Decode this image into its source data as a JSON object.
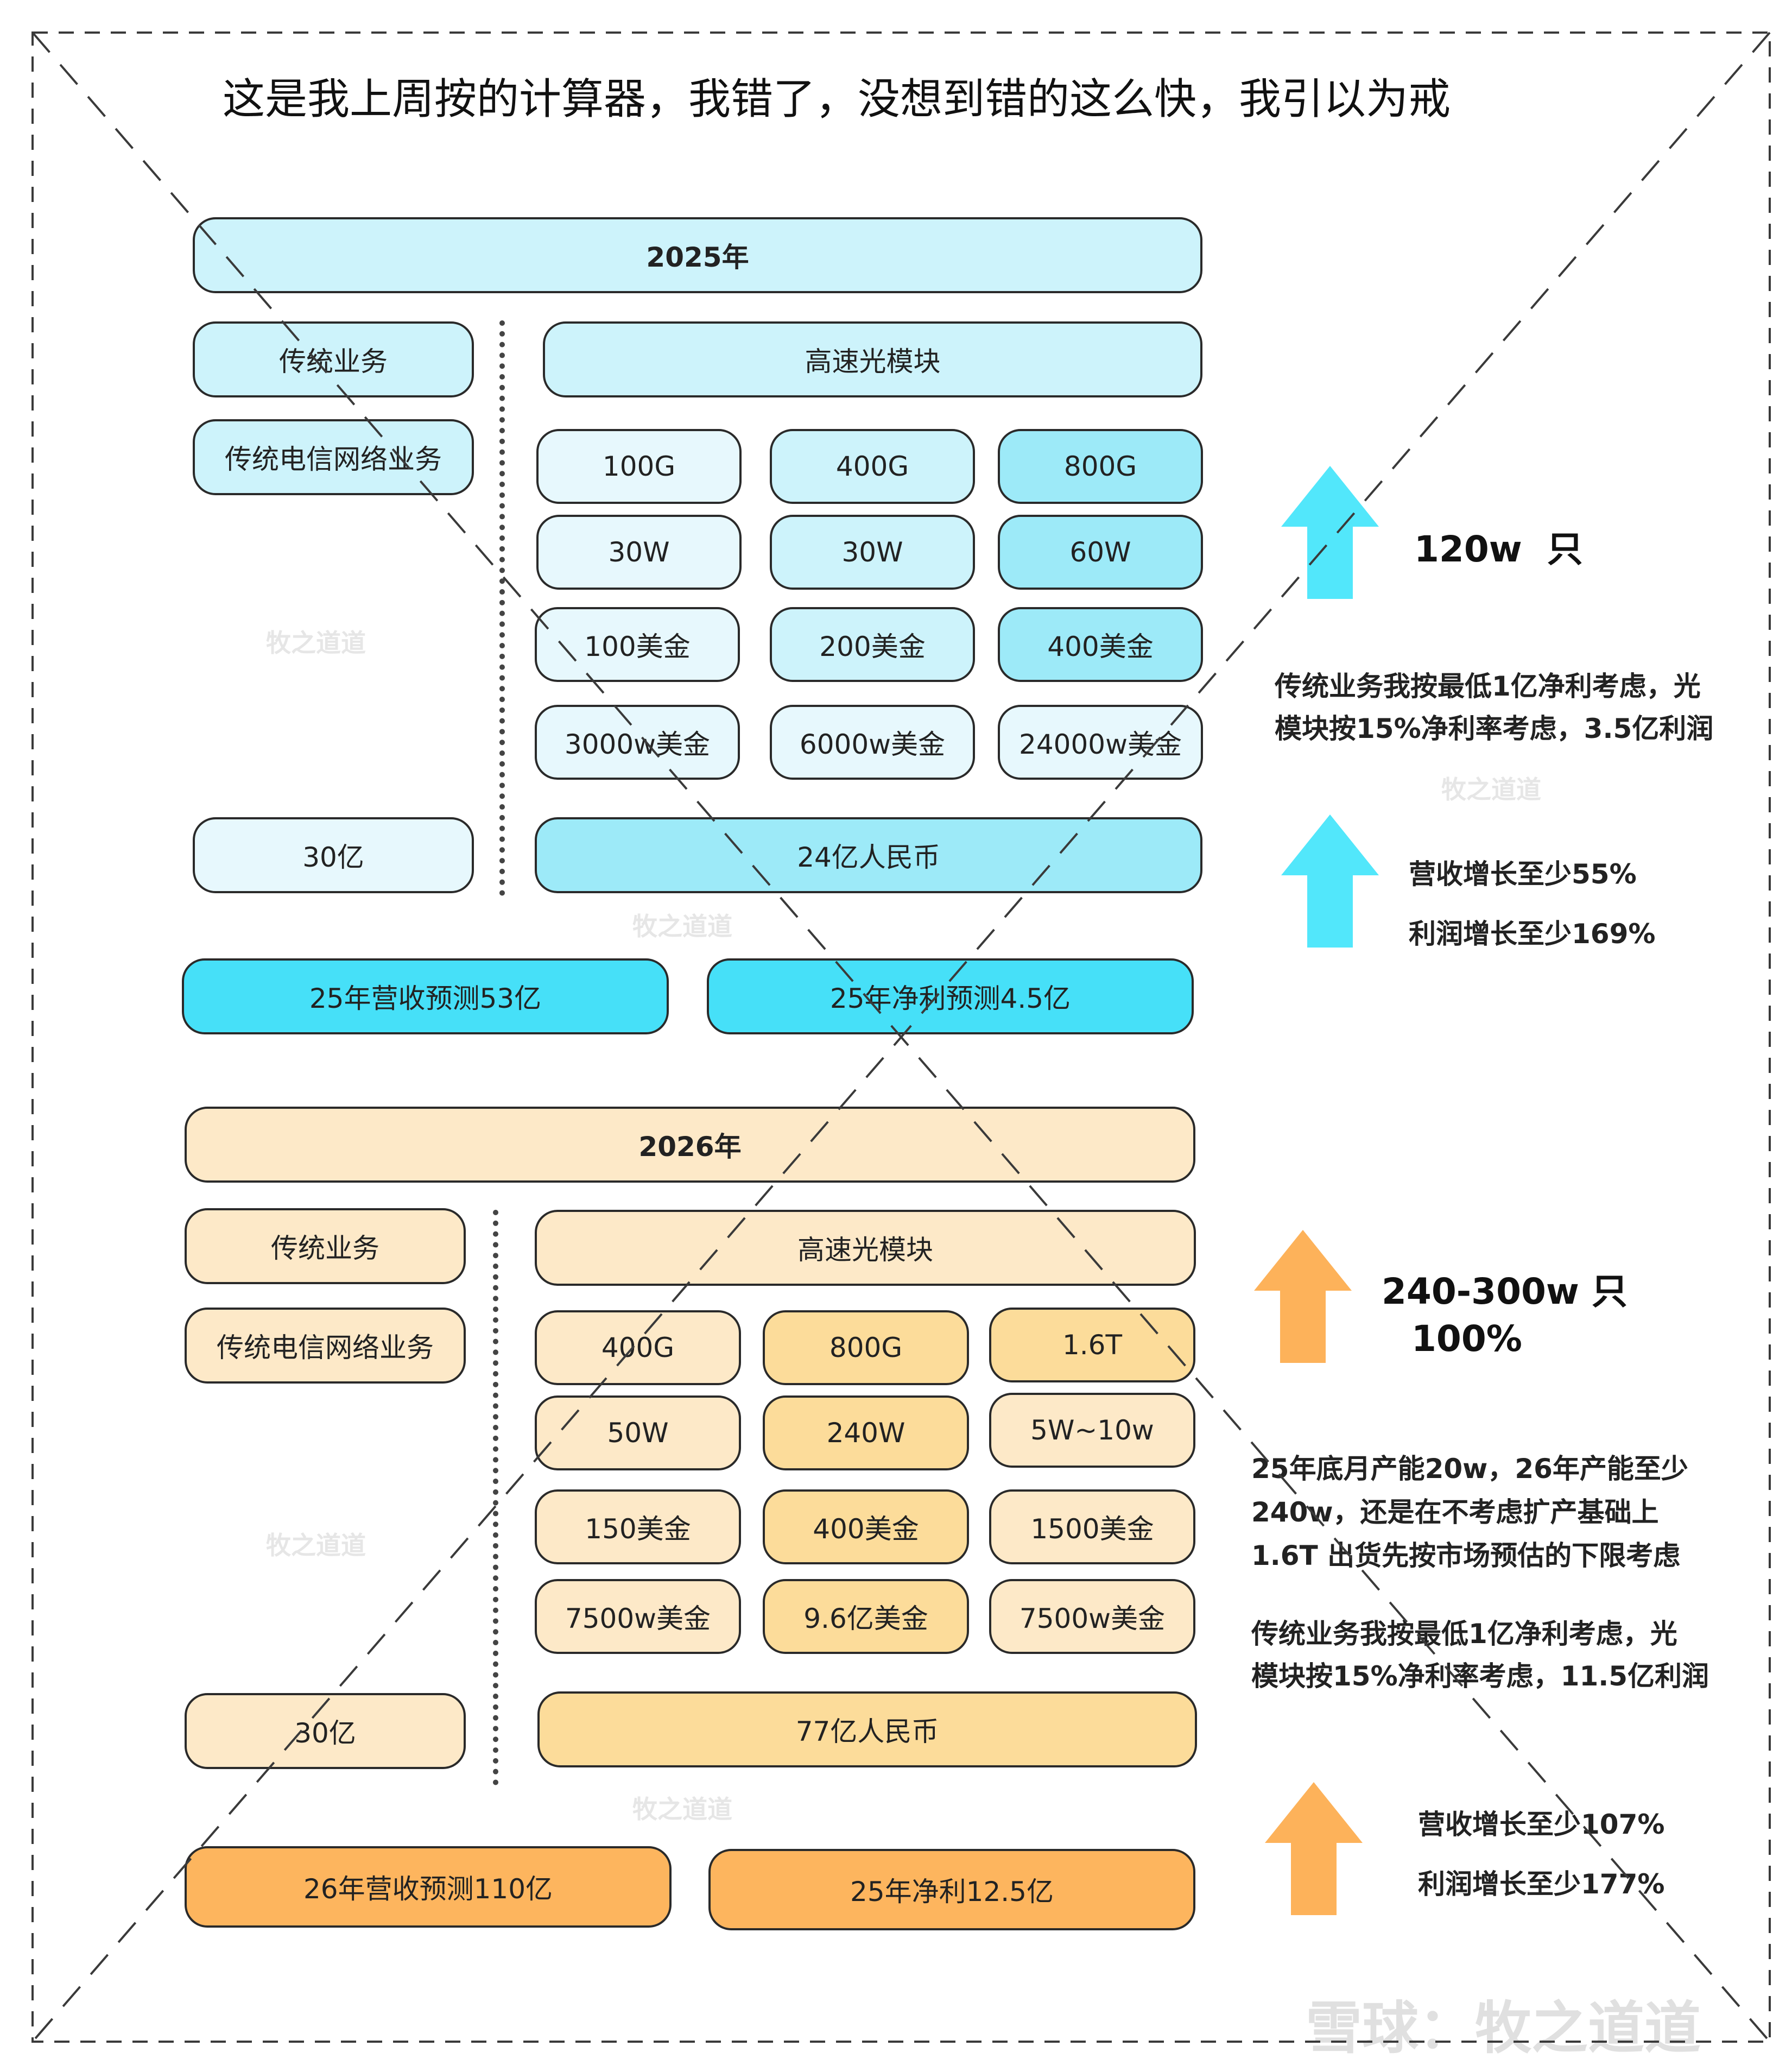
{
  "title": "这是我上周按的计算器，我错了，没想到错的这么快，我引以为戒",
  "watermark": "牧之道道",
  "brand": "雪球：牧之道道",
  "colors": {
    "b1": "#e7f8fd",
    "b2": "#cdf3fb",
    "b3": "#9deaf8",
    "b4": "#46e0f8",
    "blueArrow": "#52e7fb",
    "o1": "#fde9c8",
    "o2": "#fcdc9a",
    "o3": "#fdb55e",
    "orangeArrow": "#fdb25a"
  },
  "y2025": {
    "header": "2025年",
    "legacy": "传统业务",
    "telecom": "传统电信网络业务",
    "module": "高速光模块",
    "grid": [
      [
        "100G",
        "400G",
        "800G"
      ],
      [
        "30W",
        "30W",
        "60W"
      ],
      [
        "100美金",
        "200美金",
        "400美金"
      ],
      [
        "3000w美金",
        "6000w美金",
        "24000w美金"
      ]
    ],
    "legacy_rev": "30亿",
    "module_rev": "24亿人民币",
    "rev_forecast": "25年营收预测53亿",
    "profit_forecast": "25年净利预测4.5亿",
    "volume": "120w  只",
    "assumption": [
      "传统业务我按最低1亿净利考虑，光",
      "模块按15%净利率考虑，3.5亿利润"
    ],
    "growth": [
      "营收增长至少55%",
      "利润增长至少169%"
    ]
  },
  "y2026": {
    "header": "2026年",
    "legacy": "传统业务",
    "telecom": "传统电信网络业务",
    "module": "高速光模块",
    "grid": [
      [
        "400G",
        "800G",
        "1.6T"
      ],
      [
        "50W",
        "240W",
        "5W~10w"
      ],
      [
        "150美金",
        "400美金",
        "1500美金"
      ],
      [
        "7500w美金",
        "9.6亿美金",
        "7500w美金"
      ]
    ],
    "legacy_rev": "30亿",
    "module_rev": "77亿人民币",
    "rev_forecast": "26年营收预测110亿",
    "profit_forecast": "25年净利12.5亿",
    "volume": "240-300w 只",
    "volume_pct": "100%",
    "capacity": [
      "25年底月产能20w，26年产能至少",
      "240w，还是在不考虑扩产基础上",
      "1.6T 出货先按市场预估的下限考虑"
    ],
    "assumption": [
      "传统业务我按最低1亿净利考虑，光",
      "模块按15%净利率考虑，11.5亿利润"
    ],
    "growth": [
      "营收增长至少107%",
      "利润增长至少177%"
    ]
  }
}
